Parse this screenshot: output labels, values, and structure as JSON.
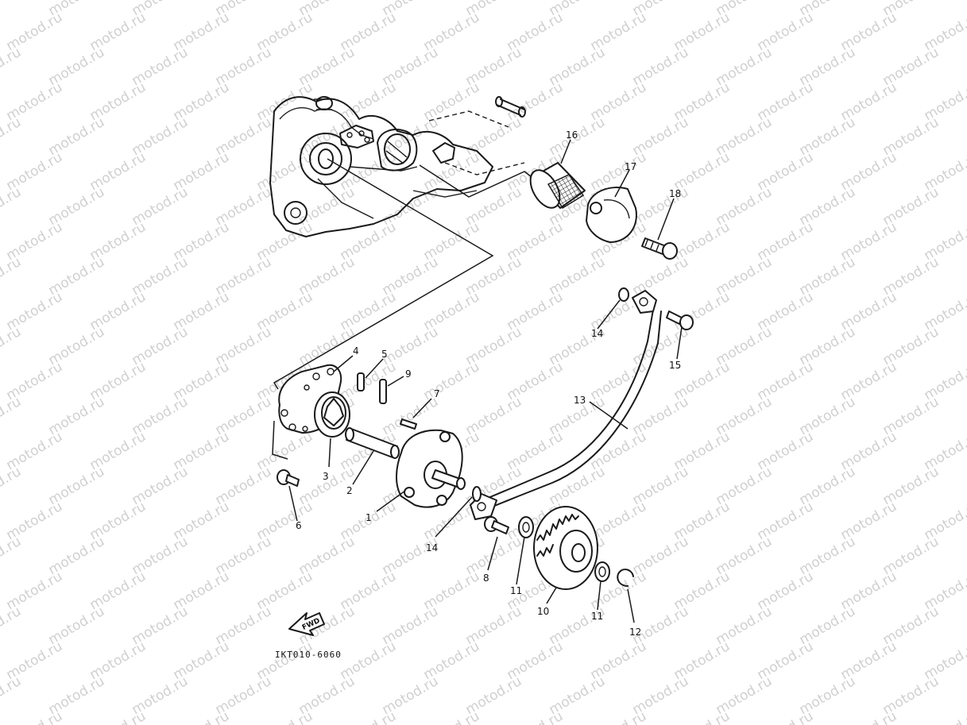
{
  "watermark": "motod.ru",
  "drawing_code": "IKT010-6060",
  "direction_label": "FWD",
  "callouts": [
    {
      "id": "c1",
      "label": "1"
    },
    {
      "id": "c2",
      "label": "2"
    },
    {
      "id": "c3",
      "label": "3"
    },
    {
      "id": "c4",
      "label": "4"
    },
    {
      "id": "c5",
      "label": "5"
    },
    {
      "id": "c6",
      "label": "6"
    },
    {
      "id": "c7",
      "label": "7"
    },
    {
      "id": "c8",
      "label": "8"
    },
    {
      "id": "c9",
      "label": "9"
    },
    {
      "id": "c10",
      "label": "10"
    },
    {
      "id": "c11a",
      "label": "11"
    },
    {
      "id": "c11b",
      "label": "11"
    },
    {
      "id": "c12",
      "label": "12"
    },
    {
      "id": "c13",
      "label": "13"
    },
    {
      "id": "c14a",
      "label": "14"
    },
    {
      "id": "c14b",
      "label": "14"
    },
    {
      "id": "c15",
      "label": "15"
    },
    {
      "id": "c16",
      "label": "16"
    },
    {
      "id": "c17",
      "label": "17"
    },
    {
      "id": "c18",
      "label": "18"
    }
  ]
}
